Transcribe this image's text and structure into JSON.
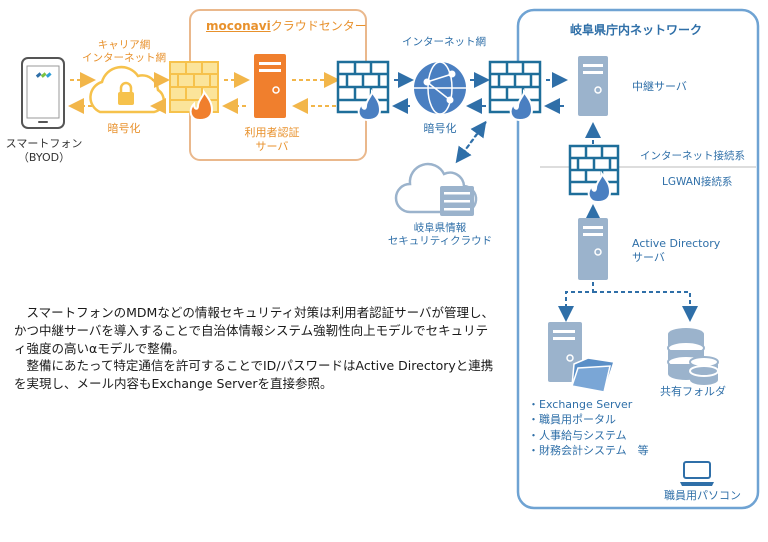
{
  "colors": {
    "orange": "#e8912c",
    "orange_dark": "#d06a1c",
    "blue": "#2f6fa8",
    "firewall_orange_fill": "#fbe49a",
    "firewall_blue_fill": "#1e6e9a",
    "server_orange": "#f07f2d",
    "server_blue": "#9bb3cc",
    "cloud_orange": "#f6c24c",
    "cloud_blue": "#c8dcee",
    "globe": "#4a7fc1"
  },
  "smartphone": {
    "label_line1": "スマートフォン",
    "label_line2": "（BYOD）"
  },
  "carrier": {
    "label_line1": "キャリア網",
    "label_line2": "インターネット網",
    "encryption": "暗号化"
  },
  "moconavi_center": {
    "title_brand": "moconavi",
    "title_rest": "クラウドセンター",
    "auth_server_line1": "利用者認証",
    "auth_server_line2": "サーバ"
  },
  "internet": {
    "label": "インターネット網",
    "encryption": "暗号化"
  },
  "security_cloud": {
    "label_line1": "岐阜県情報",
    "label_line2": "セキュリティクラウド"
  },
  "gifu_network": {
    "title": "岐阜県庁内ネットワーク",
    "relay_server": "中継サーバ",
    "internet_segment": "インターネット接続系",
    "lgwan_segment": "LGWAN接続系",
    "ad_line1": "Active Directory",
    "ad_line2": "サーバ",
    "shared_folder": "共有フォルダ",
    "staff_pc": "職員用パソコン",
    "systems": [
      "・Exchange Server",
      "・職員用ポータル",
      "・人事給与システム",
      "・財務会計システム　等"
    ]
  },
  "description": [
    "　スマートフォンのMDMなどの情報セキュリティ対策は利用者認証サーバが管理し、かつ中継サーバを導入することで自治体情報システム強靭性向上モデルでセキュリティ強度の高いαモデルで整備。",
    "　整備にあたって特定通信を許可することでID/パスワードはActive Directoryと連携を実現し、メール内容もExchange Serverを直接参照。"
  ]
}
